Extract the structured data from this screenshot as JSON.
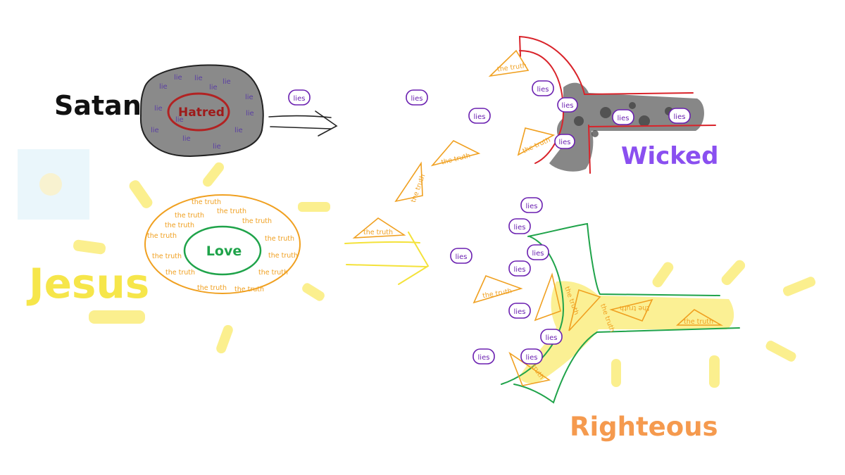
{
  "labels": {
    "satan": "Satan",
    "jesus": "Jesus",
    "wicked": "Wicked",
    "righteous": "Righteous",
    "hatred": "Hatred",
    "love": "Love"
  },
  "tokens": {
    "lie": "lie",
    "lies": "lies",
    "truth": "the truth"
  },
  "colors": {
    "satan_text": "#111111",
    "jesus_text": "#f6e64a",
    "wicked_text": "#8a4ff0",
    "righteous_text": "#f59a4e",
    "hatred": "#b22222",
    "love": "#1fa34a",
    "truth": "#f0a020",
    "lies": "#6a1fb0",
    "sun_rays": "#fbef8e",
    "wicked_path": "#d9232a",
    "righteous_path": "#1fa34a",
    "smudge": "#7a7a7a"
  }
}
